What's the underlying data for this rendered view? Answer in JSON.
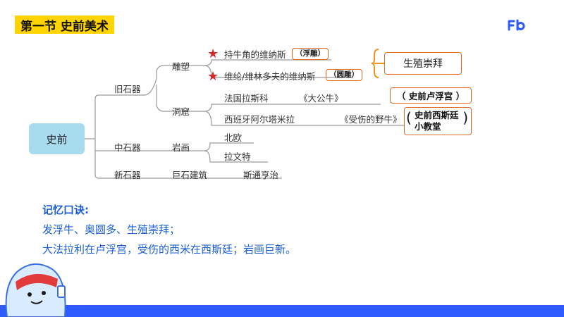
{
  "title": "第一节 史前美术",
  "root": "史前",
  "levels": {
    "paleolithic": "旧石器",
    "mesolithic": "中石器",
    "neolithic": "新石器"
  },
  "paleolithic": {
    "sculpture": {
      "label": "雕塑",
      "items": [
        {
          "name": "持牛角的维纳斯",
          "tag": "（浮雕）"
        },
        {
          "name": "维纶/维林多夫的维纳斯",
          "tag": "（圆雕）"
        }
      ],
      "note": "生殖崇拜"
    },
    "cave": {
      "label": "洞窟",
      "items": [
        {
          "name": "法国拉斯科",
          "work": "《大公牛》",
          "note": "（ 史前卢浮宫 ）"
        },
        {
          "name": "西班牙阿尔塔米拉",
          "work": "《受伤的野牛》",
          "note_lines": [
            "史前西斯廷",
            "小教堂"
          ],
          "paren_left": "(",
          "paren_right": ")"
        }
      ]
    }
  },
  "mesolithic": {
    "label": "岩画",
    "items": [
      "北欧",
      "拉文特"
    ]
  },
  "neolithic": {
    "label": "巨石建筑",
    "item": "斯通亨治"
  },
  "memo": {
    "title": "记忆口诀:",
    "lines": [
      "发浮牛、奥圆多、生殖崇拜；",
      "大法拉利在卢浮宫，受伤的西米在西斯廷；岩画巨新。"
    ]
  },
  "logo_text": "Fb",
  "colors": {
    "title_bg": "#ffd400",
    "root_bg": "#a9dbef",
    "tag_border": "#e36a1e",
    "brace": "#f2921c",
    "memo_text": "#1b5fcf",
    "bottom_bar": "#2e5bff",
    "star": "#d62a2a"
  },
  "icons": [
    "star-icon",
    "brace-icon",
    "logo-icon",
    "mascot-icon"
  ]
}
